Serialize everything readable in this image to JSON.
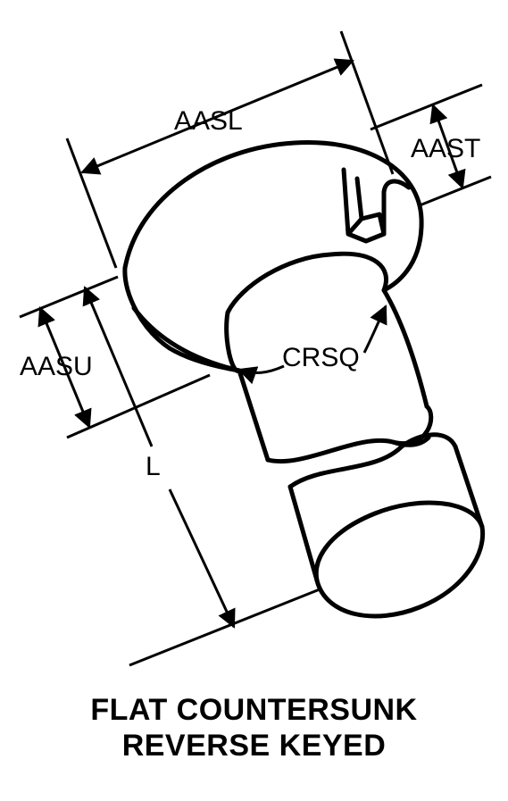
{
  "labels": {
    "aasl": "AASL",
    "aast": "AAST",
    "aasu": "AASU",
    "crsq": "CRSQ",
    "l": "L"
  },
  "caption": {
    "line1": "FLAT COUNTERSUNK",
    "line2": "REVERSE KEYED"
  },
  "colors": {
    "ink": "#000000",
    "paper": "#ffffff"
  }
}
